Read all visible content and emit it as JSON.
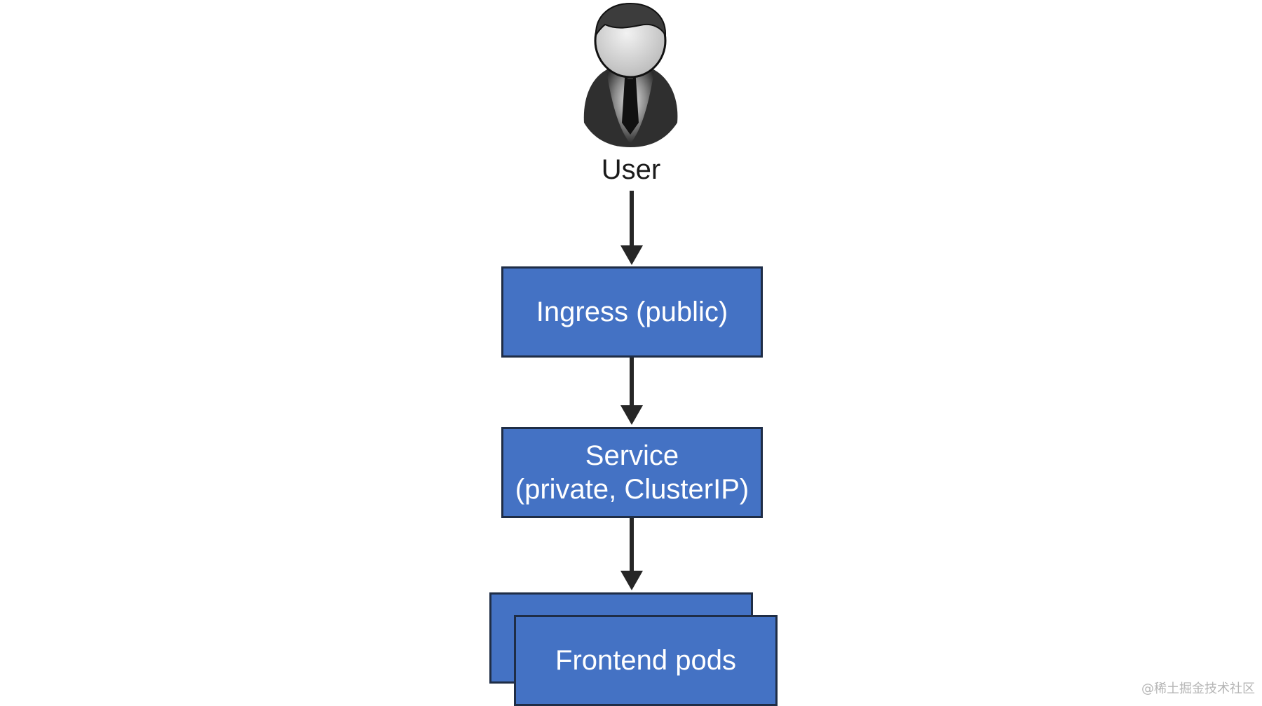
{
  "user": {
    "label": "User",
    "icon": "user-businessman-icon"
  },
  "nodes": {
    "ingress": "Ingress (public)",
    "service_line1": "Service",
    "service_line2": "(private, ClusterIP)",
    "pods": "Frontend pods"
  },
  "colors": {
    "box_fill": "#4472c4",
    "box_border": "#1f2d46",
    "arrow": "#262626"
  },
  "watermark": "@稀土掘金技术社区"
}
